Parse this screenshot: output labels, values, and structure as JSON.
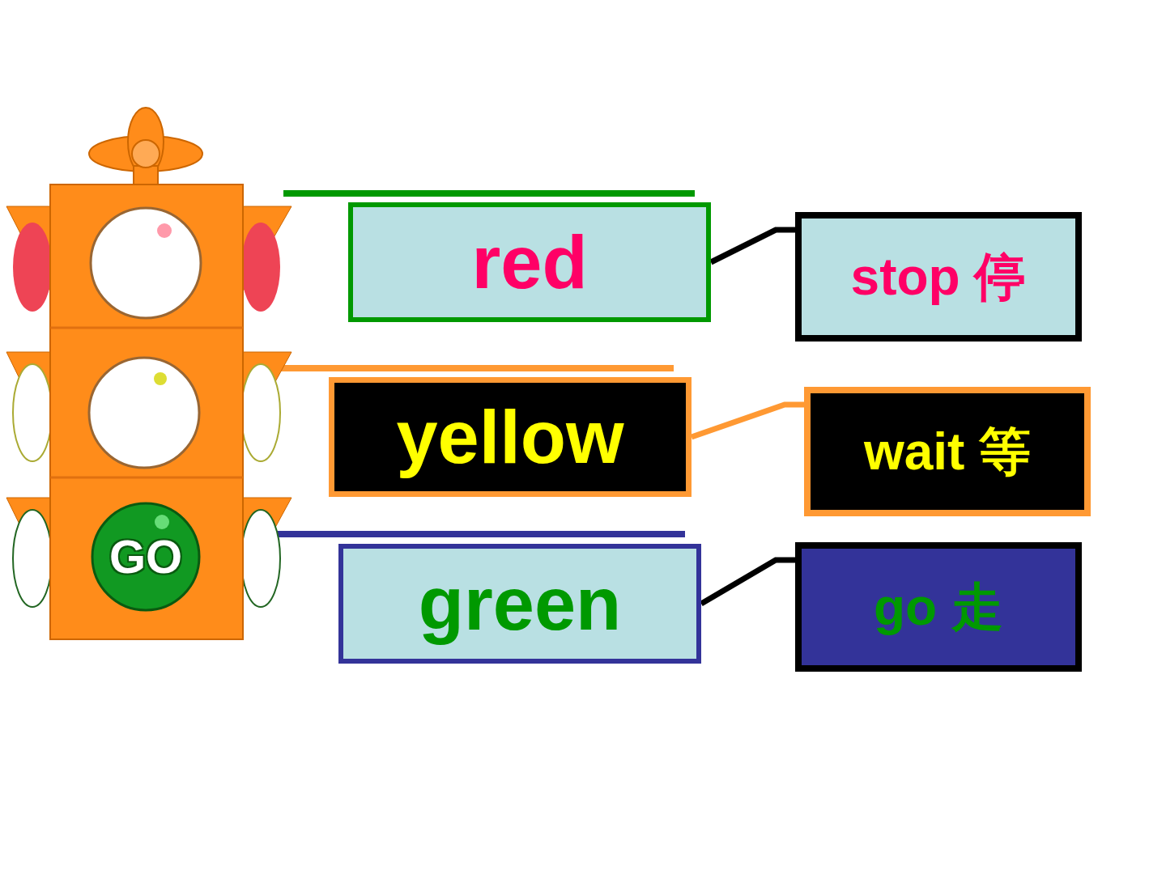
{
  "diagram": {
    "nodes": [
      {
        "text": [
          "red"
        ]
      },
      {
        "text": [
          "stop 停"
        ]
      },
      {
        "text": [
          "yellow"
        ]
      },
      {
        "text": [
          "wait 等"
        ]
      },
      {
        "text": [
          "green"
        ]
      },
      {
        "text": [
          "go 走"
        ]
      }
    ],
    "edges": [
      {
        "from": 0,
        "to": 1,
        "arrow": "none"
      },
      {
        "from": 2,
        "to": 3,
        "arrow": "none"
      },
      {
        "from": 4,
        "to": 5,
        "arrow": "none"
      }
    ],
    "labels": [
      "GO"
    ]
  }
}
